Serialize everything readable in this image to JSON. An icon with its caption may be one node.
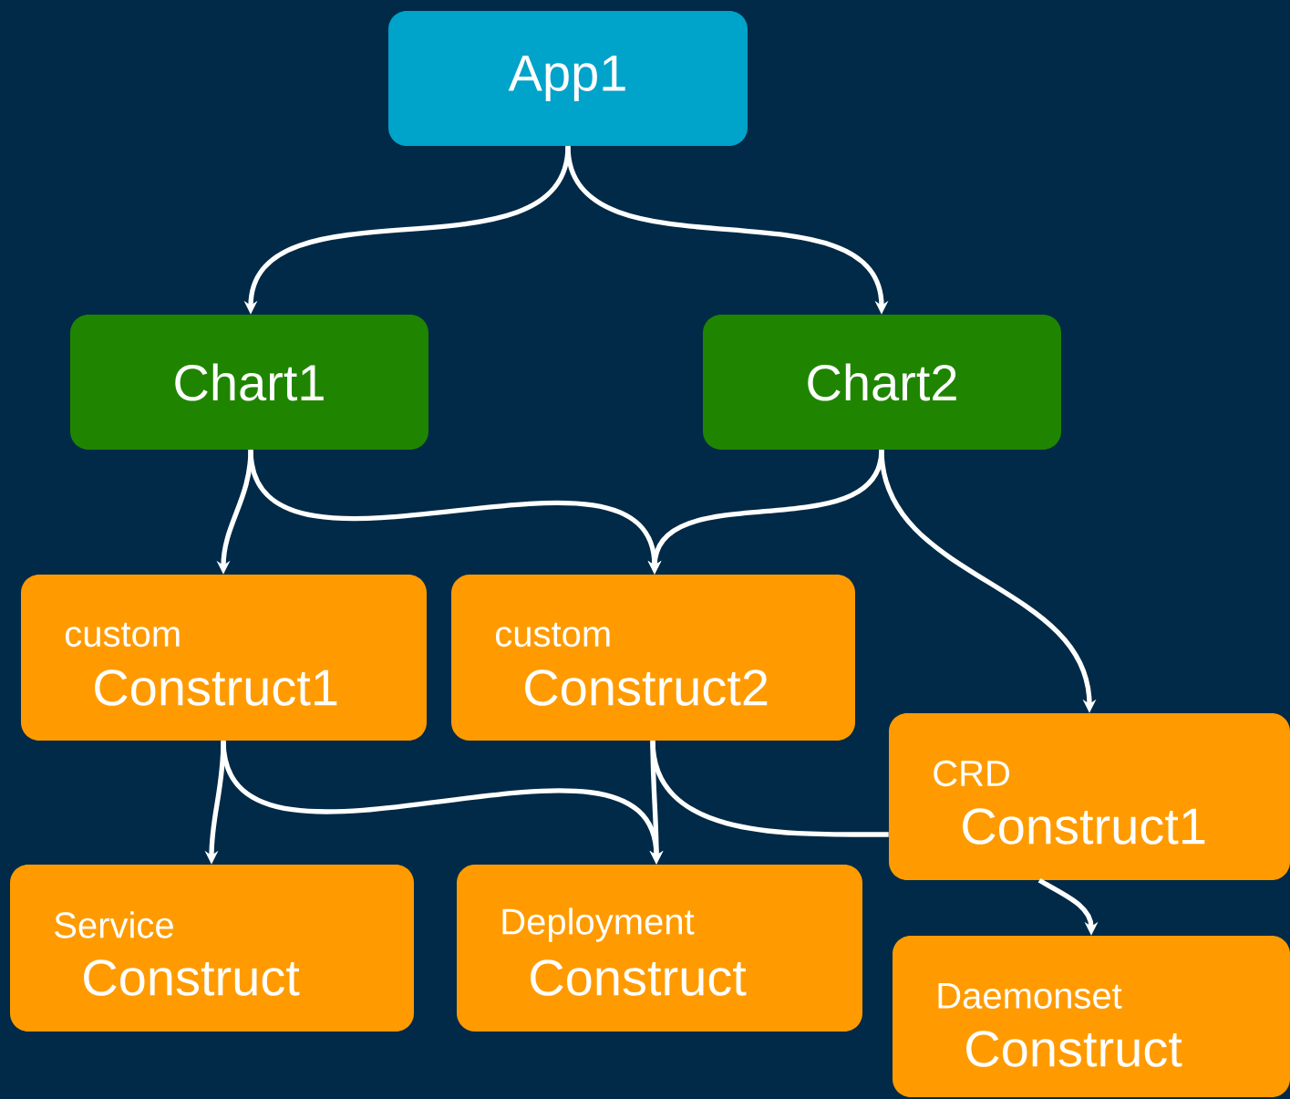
{
  "diagram": {
    "nodes": [
      {
        "text": [
          "App1"
        ]
      },
      {
        "text": [
          "Chart1"
        ]
      },
      {
        "text": [
          "Chart2"
        ]
      },
      {
        "text": [
          "custom",
          "Construct1"
        ]
      },
      {
        "text": [
          "custom",
          "Construct2"
        ]
      },
      {
        "text": [
          "CRD",
          "Construct1"
        ]
      },
      {
        "text": [
          "Service",
          "Construct"
        ]
      },
      {
        "text": [
          "Deployment",
          "Construct"
        ]
      },
      {
        "text": [
          "Daemonset",
          "Construct"
        ]
      }
    ],
    "edges": [
      {
        "from": 0,
        "to": 1,
        "arrow": "to"
      },
      {
        "from": 0,
        "to": 2,
        "arrow": "to"
      },
      {
        "from": 1,
        "to": 3,
        "arrow": "to"
      },
      {
        "from": 1,
        "to": 4,
        "arrow": "to"
      },
      {
        "from": 2,
        "to": 4,
        "arrow": "to"
      },
      {
        "from": 2,
        "to": 5,
        "arrow": "to"
      },
      {
        "from": 3,
        "to": 6,
        "arrow": "to"
      },
      {
        "from": 3,
        "to": 7,
        "arrow": "to"
      },
      {
        "from": 4,
        "to": 7,
        "arrow": "to"
      },
      {
        "from": 4,
        "to": 5,
        "arrow": "none"
      },
      {
        "from": 5,
        "to": 8,
        "arrow": "to"
      }
    ]
  }
}
